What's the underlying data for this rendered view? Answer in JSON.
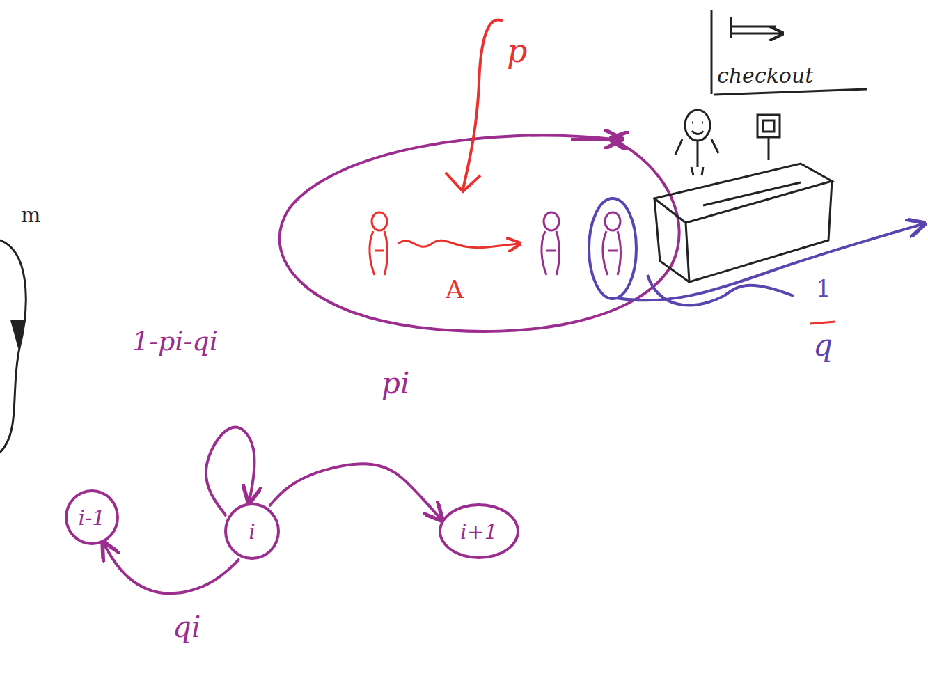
{
  "diagram": {
    "nodes": [
      {
        "text": [
          "i-1"
        ]
      },
      {
        "text": [
          "i"
        ]
      },
      {
        "text": [
          "i+1"
        ]
      }
    ],
    "edges": [
      {
        "from": 1,
        "to": 1,
        "label": "1-pi-qi",
        "arrow": "to"
      },
      {
        "from": 1,
        "to": 2,
        "label": "pi",
        "arrow": "to"
      },
      {
        "from": 1,
        "to": 0,
        "label": "qi",
        "arrow": "to"
      }
    ],
    "labels": [
      "m",
      "p",
      "A",
      "checkout",
      "1",
      "q"
    ]
  }
}
